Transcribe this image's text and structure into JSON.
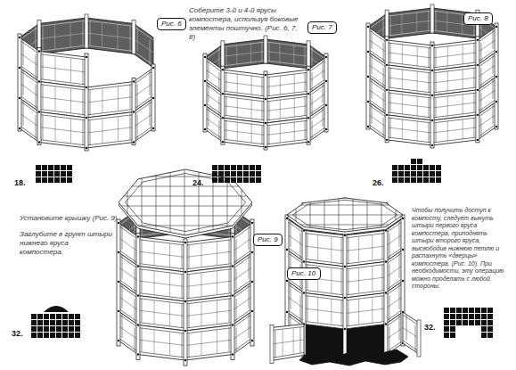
{
  "diagram": {
    "nodes": [
      {
        "text": [
          "Рис. 6"
        ]
      },
      {
        "text": [
          "Рис. 7"
        ]
      },
      {
        "text": [
          "Рис. 8"
        ]
      },
      {
        "text": [
          "Рис. 9"
        ]
      },
      {
        "text": [
          "Рис. 10"
        ]
      }
    ],
    "labels": [
      "Соберите 3-й и 4-й ярусы компостера, используя боковые элементы поштучно. (Рис. 6, 7, 8)",
      "18.",
      "24.",
      "26.",
      "Установите крышку (Рис. 9)",
      "Заглубите в грунт штыри нижнего яруса компостера.",
      "32.",
      "Чтобы получить доступ к компосту, следует вынуть штыри первого яруса компостера, приподнять штыри второго яруса, высвободив нижнюю петлю и распахнуть «дверцы» компостера. (Рис. 10). При необходимости, эту операцию можно проделать с любой стороны.",
      "32."
    ]
  }
}
